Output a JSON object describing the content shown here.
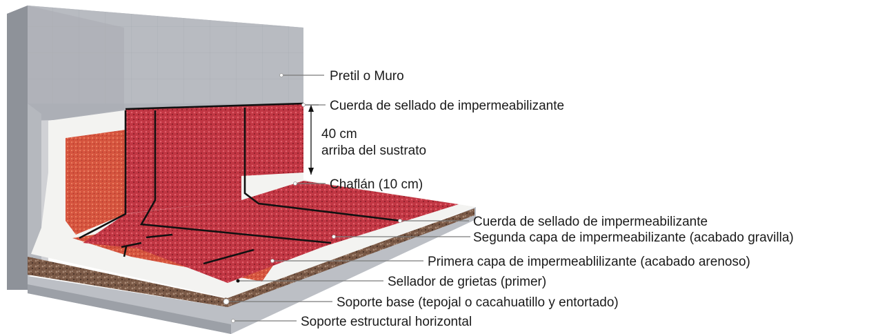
{
  "labels": {
    "pretil": "Pretil o Muro",
    "cuerda_top": "Cuerda de sellado de impermeabilizante",
    "height_value": "40 cm",
    "height_text": "arriba del sustrato",
    "chaflan": "Chaflán (10 cm)",
    "cuerda_floor": "Cuerda de sellado de impermeabilizante",
    "segunda_capa": "Segunda capa de impermeabilizante (acabado gravilla)",
    "primera_capa": "Primera capa de impermeablilizante (acabado arenoso)",
    "sellador": "Sellador de grietas (primer)",
    "soporte_base": "Soporte base (tepojal o cacahuatillo y entortado)",
    "soporte_estructural": "Soporte estructural horizontal"
  },
  "colors": {
    "concrete": "#b9bcc2",
    "concrete_shade": "#8f939b",
    "membrane_top": "#c23a44",
    "membrane_first": "#d8584a",
    "primer": "#f2f2f0",
    "gravel": "#7a5a48"
  }
}
